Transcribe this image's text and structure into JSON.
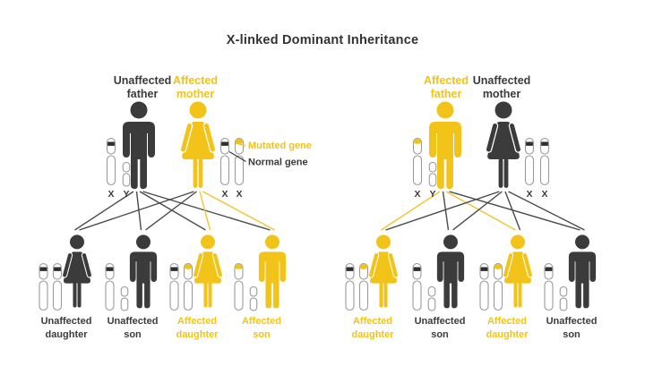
{
  "title": "X-linked Dominant Inheritance",
  "colors": {
    "affected": "#F2C319",
    "unaffected": "#3B3B3B",
    "line_affected": "#F0C42E",
    "line_unaffected": "#4A4A4A",
    "chromosome_outline": "#9B9B9B",
    "chromosome_fill": "#FFFFFF",
    "band_normal": "#2F2F2F",
    "band_mutated": "#F2C319",
    "background": "#FFFFFF",
    "title_text": "#333333"
  },
  "legend": {
    "mutated_label": "Mutated gene",
    "normal_label": "Normal gene"
  },
  "panels": [
    {
      "name": "affected-mother-cross",
      "father": {
        "label_lines": [
          "Unaffected",
          "father"
        ],
        "status": "unaffected",
        "sex": "male",
        "chromosomes": [
          {
            "letter": "X",
            "type": "X",
            "gene": "normal"
          },
          {
            "letter": "Y",
            "type": "Y",
            "gene": "none"
          }
        ]
      },
      "mother": {
        "label_lines": [
          "Affected",
          "mother"
        ],
        "status": "affected",
        "sex": "female",
        "chromosomes": [
          {
            "letter": "X",
            "type": "X",
            "gene": "normal"
          },
          {
            "letter": "X",
            "type": "X",
            "gene": "mutated"
          }
        ]
      },
      "children": [
        {
          "label_lines": [
            "Unaffected",
            "daughter"
          ],
          "status": "unaffected",
          "sex": "female",
          "chromosomes": [
            {
              "type": "X",
              "gene": "normal"
            },
            {
              "type": "X",
              "gene": "normal"
            }
          ]
        },
        {
          "label_lines": [
            "Unaffected",
            "son"
          ],
          "status": "unaffected",
          "sex": "male",
          "chromosomes": [
            {
              "type": "X",
              "gene": "normal"
            },
            {
              "type": "Y",
              "gene": "none"
            }
          ]
        },
        {
          "label_lines": [
            "Affected",
            "daughter"
          ],
          "status": "affected",
          "sex": "female",
          "chromosomes": [
            {
              "type": "X",
              "gene": "normal"
            },
            {
              "type": "X",
              "gene": "mutated"
            }
          ]
        },
        {
          "label_lines": [
            "Affected",
            "son"
          ],
          "status": "affected",
          "sex": "male",
          "chromosomes": [
            {
              "type": "X",
              "gene": "mutated"
            },
            {
              "type": "Y",
              "gene": "none"
            }
          ]
        }
      ],
      "lines": [
        {
          "parent": "father",
          "child": 0,
          "carries": "normal"
        },
        {
          "parent": "father",
          "child": 1,
          "carries": "normal"
        },
        {
          "parent": "father",
          "child": 2,
          "carries": "normal"
        },
        {
          "parent": "father",
          "child": 3,
          "carries": "normal"
        },
        {
          "parent": "mother",
          "child": 0,
          "carries": "normal"
        },
        {
          "parent": "mother",
          "child": 1,
          "carries": "normal"
        },
        {
          "parent": "mother",
          "child": 2,
          "carries": "mutated"
        },
        {
          "parent": "mother",
          "child": 3,
          "carries": "mutated"
        }
      ]
    },
    {
      "name": "affected-father-cross",
      "father": {
        "label_lines": [
          "Affected",
          "father"
        ],
        "status": "affected",
        "sex": "male",
        "chromosomes": [
          {
            "letter": "X",
            "type": "X",
            "gene": "mutated"
          },
          {
            "letter": "Y",
            "type": "Y",
            "gene": "none"
          }
        ]
      },
      "mother": {
        "label_lines": [
          "Unaffected",
          "mother"
        ],
        "status": "unaffected",
        "sex": "female",
        "chromosomes": [
          {
            "letter": "X",
            "type": "X",
            "gene": "normal"
          },
          {
            "letter": "X",
            "type": "X",
            "gene": "normal"
          }
        ]
      },
      "children": [
        {
          "label_lines": [
            "Affected",
            "daughter"
          ],
          "status": "affected",
          "sex": "female",
          "chromosomes": [
            {
              "type": "X",
              "gene": "normal"
            },
            {
              "type": "X",
              "gene": "mutated"
            }
          ]
        },
        {
          "label_lines": [
            "Unaffected",
            "son"
          ],
          "status": "unaffected",
          "sex": "male",
          "chromosomes": [
            {
              "type": "X",
              "gene": "normal"
            },
            {
              "type": "Y",
              "gene": "none"
            }
          ]
        },
        {
          "label_lines": [
            "Affected",
            "daughter"
          ],
          "status": "affected",
          "sex": "female",
          "chromosomes": [
            {
              "type": "X",
              "gene": "normal"
            },
            {
              "type": "X",
              "gene": "mutated"
            }
          ]
        },
        {
          "label_lines": [
            "Unaffected",
            "son"
          ],
          "status": "unaffected",
          "sex": "male",
          "chromosomes": [
            {
              "type": "X",
              "gene": "normal"
            },
            {
              "type": "Y",
              "gene": "none"
            }
          ]
        }
      ],
      "lines": [
        {
          "parent": "father",
          "child": 0,
          "carries": "mutated"
        },
        {
          "parent": "father",
          "child": 1,
          "carries": "normal"
        },
        {
          "parent": "father",
          "child": 2,
          "carries": "mutated"
        },
        {
          "parent": "father",
          "child": 3,
          "carries": "normal"
        },
        {
          "parent": "mother",
          "child": 0,
          "carries": "normal"
        },
        {
          "parent": "mother",
          "child": 1,
          "carries": "normal"
        },
        {
          "parent": "mother",
          "child": 2,
          "carries": "normal"
        },
        {
          "parent": "mother",
          "child": 3,
          "carries": "normal"
        }
      ]
    }
  ]
}
